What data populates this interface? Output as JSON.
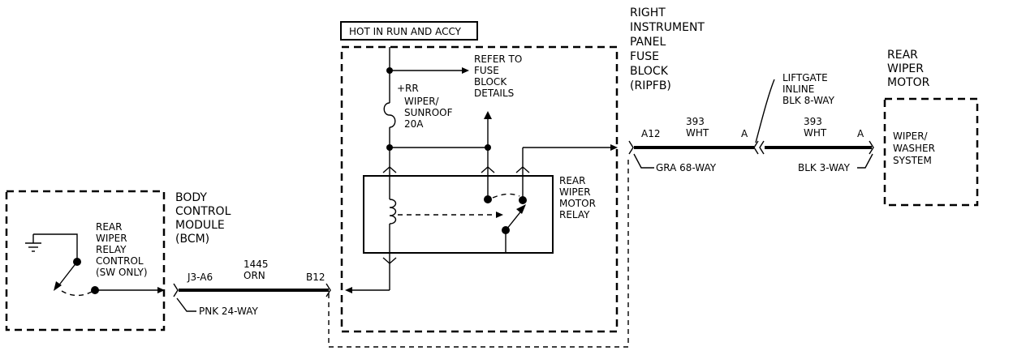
{
  "bcm": {
    "title": [
      "BODY",
      "CONTROL",
      "MODULE",
      "(BCM)"
    ],
    "switch_label": [
      "REAR",
      "WIPER",
      "RELAY",
      "CONTROL",
      "(SW ONLY)"
    ]
  },
  "bcm_wire": {
    "left_pin": "J3-A6",
    "circuit": "1445",
    "color": "ORN",
    "right_pin": "B12",
    "connector": "PNK 24-WAY"
  },
  "fuse_block": {
    "hot_label": "HOT IN RUN AND ACCY",
    "title": [
      "RIGHT",
      "INSTRUMENT",
      "PANEL",
      "FUSE",
      "BLOCK",
      "(RIPFB)"
    ],
    "fuse_label": [
      "+RR",
      "WIPER/",
      "SUNROOF",
      "20A"
    ],
    "refer_label": [
      "REFER TO",
      "FUSE",
      "BLOCK",
      "DETAILS"
    ],
    "relay_label": [
      "REAR",
      "WIPER",
      "MOTOR",
      "RELAY"
    ]
  },
  "wire_a": {
    "left_pin": "A12",
    "circuit": "393",
    "color": "WHT",
    "right_pin": "A",
    "connector": "GRA 68-WAY"
  },
  "liftgate": {
    "label": [
      "LIFTGATE",
      "INLINE",
      "BLK 8-WAY"
    ]
  },
  "wire_b": {
    "circuit": "393",
    "color": "WHT",
    "right_pin": "A",
    "connector": "BLK 3-WAY"
  },
  "motor": {
    "title": [
      "REAR",
      "WIPER",
      "MOTOR"
    ],
    "system": [
      "WIPER/",
      "WASHER",
      "SYSTEM"
    ]
  }
}
